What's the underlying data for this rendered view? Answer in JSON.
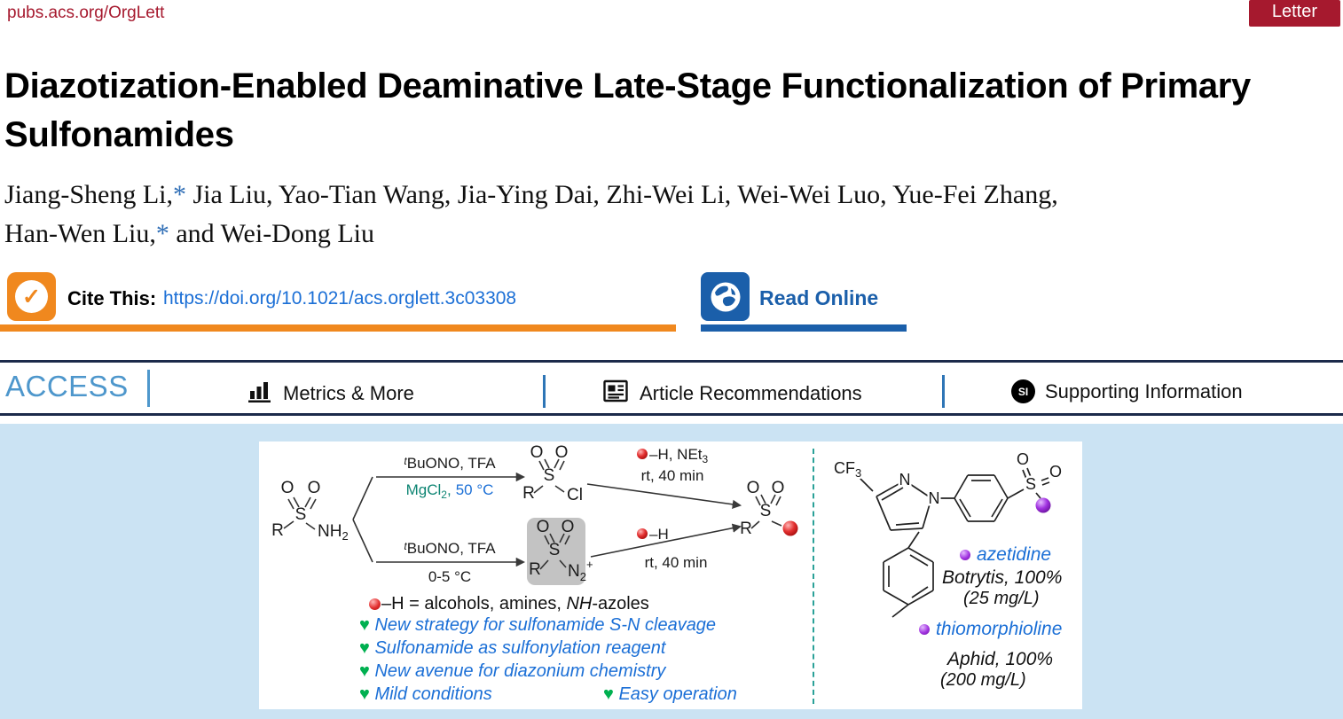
{
  "colors": {
    "acs_red": "#A6192E",
    "orange": "#F0881E",
    "link_blue": "#1B6FD6",
    "dark_blue": "#1B5FAA",
    "access_blue": "#4E97CC",
    "rule_navy": "#1B2A4A",
    "abstract_bg": "#CBE3F3",
    "teal": "#0E8573",
    "purple": "#8833BB",
    "green": "#00B050"
  },
  "icons": {
    "check": "✓",
    "heart": "♥"
  },
  "header": {
    "journal_url": "pubs.acs.org/OrgLett",
    "badge": "Letter"
  },
  "article": {
    "title": "Diazotization-Enabled Deaminative Late-Stage Functionalization of Primary Sulfonamides",
    "authors": {
      "part1": "Jiang-Sheng Li,",
      "star1": "*",
      "part2": " Jia Liu, Yao-Tian Wang, Jia-Ying Dai, Zhi-Wei Li, Wei-Wei Luo, Yue-Fei Zhang,",
      "part3": "Han-Wen Liu,",
      "star2": "*",
      "part4": " and Wei-Dong Liu"
    }
  },
  "cite": {
    "label": "Cite This:",
    "doi": "https://doi.org/10.1021/acs.orglett.3c03308",
    "read_online": "Read Online"
  },
  "access_bar": {
    "access": "ACCESS",
    "metrics": "Metrics & More",
    "recommendations": "Article Recommendations",
    "supporting": "Supporting Information",
    "si_badge": "SI"
  },
  "abstract": {
    "scheme": {
      "start": {
        "o1": "O",
        "o2": "O",
        "s": "S",
        "r": "R",
        "nh": "NH",
        "nh_sub": "2"
      },
      "top_path": {
        "reagent_sup": "t",
        "reagent": "BuONO, TFA",
        "catalyst": "MgCl",
        "catalyst_sub": "2",
        "catalyst_sep": ",",
        "temp": "50 °C"
      },
      "chloride": {
        "o1": "O",
        "o2": "O",
        "s": "S",
        "r": "R",
        "cl": "Cl"
      },
      "top_arrow2": {
        "nucleophile": "–H, NEt",
        "nucleophile_sub": "3",
        "conditions": "rt, 40 min"
      },
      "bottom_path": {
        "reagent_sup": "t",
        "reagent": "BuONO, TFA",
        "temp": "0-5 °C"
      },
      "diazonium": {
        "o1": "O",
        "o2": "O",
        "s": "S",
        "r": "R",
        "n": "N",
        "n_sub": "2",
        "charge": "+"
      },
      "bottom_arrow2": {
        "nucleophile": "–H",
        "conditions": "rt, 40 min"
      },
      "product": {
        "o1": "O",
        "o2": "O",
        "s": "S",
        "r": "R"
      },
      "legend": {
        "pre": "–H = alcohols, amines, ",
        "nh": "NH",
        "post": "-azoles"
      },
      "bullets": [
        "New strategy for sulfonamide S-N cleavage",
        "Sulfonamide as sulfonylation reagent",
        "New avenue for diazonium chemistry",
        "Mild conditions",
        "Easy operation"
      ]
    },
    "right": {
      "cf": "CF",
      "cf_sub": "3",
      "n1": "N",
      "n2": "N",
      "s": "S",
      "o1": "O",
      "o2": "O",
      "entries": [
        {
          "name": "azetidine",
          "result": "Botrytis, 100%",
          "dose": "(25 mg/L)"
        },
        {
          "name": "thiomorphioline",
          "result": "Aphid, 100%",
          "dose": "(200 mg/L)"
        }
      ]
    }
  }
}
